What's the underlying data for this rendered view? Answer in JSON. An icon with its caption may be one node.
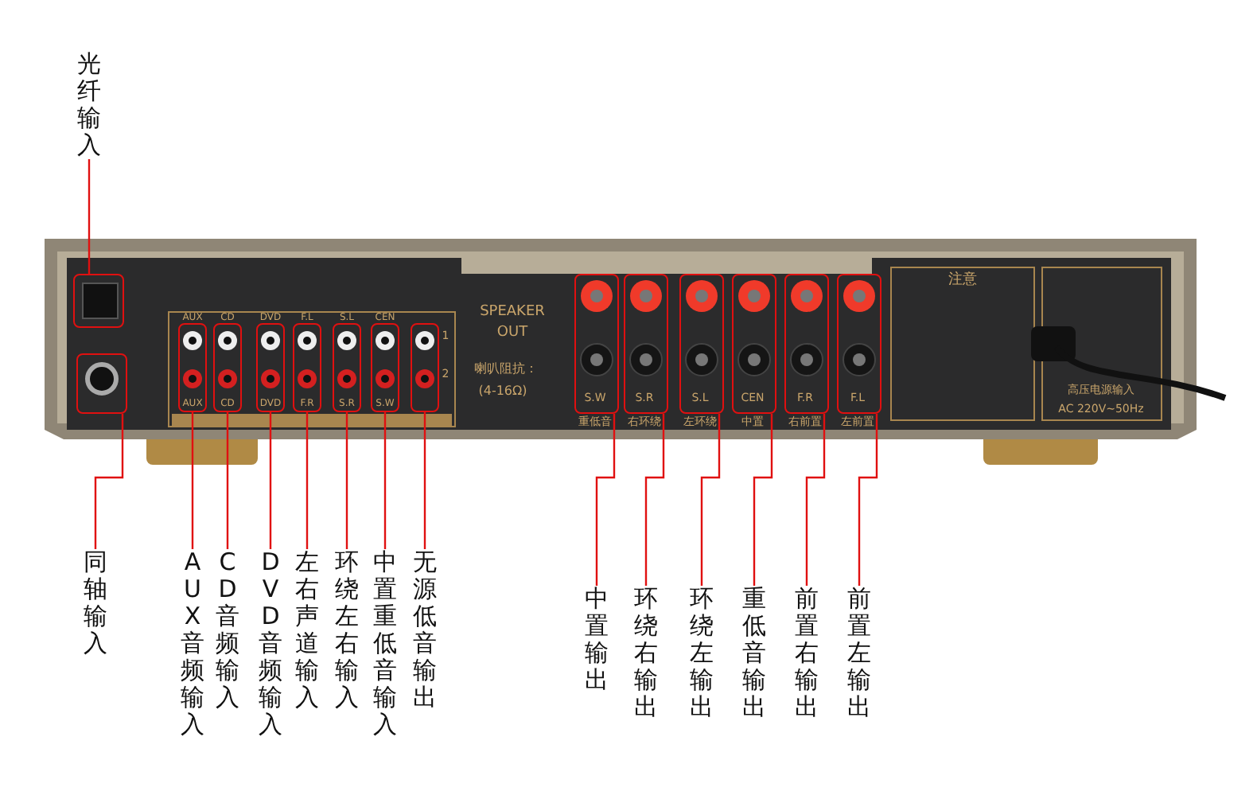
{
  "diagram": {
    "nodes": [
      {
        "text": [
          "光纤输入"
        ]
      },
      {
        "text": [
          "同轴输入"
        ]
      },
      {
        "text": [
          "AUX音频输入"
        ]
      },
      {
        "text": [
          "CD音频输入"
        ]
      },
      {
        "text": [
          "DVD音频输入"
        ]
      },
      {
        "text": [
          "左右声道输入"
        ]
      },
      {
        "text": [
          "环绕左右输入"
        ]
      },
      {
        "text": [
          "中置重低音输入"
        ]
      },
      {
        "text": [
          "无源低音输出"
        ]
      },
      {
        "text": [
          "中置输出"
        ]
      },
      {
        "text": [
          "环绕右输出"
        ]
      },
      {
        "text": [
          "环绕左输出"
        ]
      },
      {
        "text": [
          "重低音输出"
        ]
      },
      {
        "text": [
          "前置右输出"
        ]
      },
      {
        "text": [
          "前置左输出"
        ]
      },
      {
        "text": [],
        "shape": "box"
      },
      {
        "text": [],
        "shape": "box"
      },
      {
        "text": [],
        "shape": "box"
      },
      {
        "text": [],
        "shape": "box"
      },
      {
        "text": [],
        "shape": "box"
      },
      {
        "text": [],
        "shape": "box"
      },
      {
        "text": [],
        "shape": "box"
      },
      {
        "text": [],
        "shape": "box"
      },
      {
        "text": [],
        "shape": "box"
      },
      {
        "text": [],
        "shape": "box"
      },
      {
        "text": [],
        "shape": "box"
      },
      {
        "text": [],
        "shape": "box"
      },
      {
        "text": [],
        "shape": "box"
      },
      {
        "text": [],
        "shape": "box"
      },
      {
        "text": [],
        "shape": "box"
      }
    ],
    "edges": [
      {
        "from": 0,
        "to": 15,
        "arrow": "none"
      },
      {
        "from": 1,
        "to": 16,
        "arrow": "none"
      },
      {
        "from": 2,
        "to": 17,
        "arrow": "none"
      },
      {
        "from": 3,
        "to": 18,
        "arrow": "none"
      },
      {
        "from": 4,
        "to": 19,
        "arrow": "none"
      },
      {
        "from": 5,
        "to": 20,
        "arrow": "none"
      },
      {
        "from": 6,
        "to": 21,
        "arrow": "none"
      },
      {
        "from": 7,
        "to": 22,
        "arrow": "none"
      },
      {
        "from": 8,
        "to": 23,
        "arrow": "none"
      },
      {
        "from": 9,
        "to": 24,
        "arrow": "none"
      },
      {
        "from": 10,
        "to": 25,
        "arrow": "none"
      },
      {
        "from": 11,
        "to": 26,
        "arrow": "none"
      },
      {
        "from": 12,
        "to": 27,
        "arrow": "none"
      },
      {
        "from": 13,
        "to": 28,
        "arrow": "none"
      },
      {
        "from": 14,
        "to": 29,
        "arrow": "none"
      }
    ],
    "labels": [
      "AUX",
      "CD",
      "DVD",
      "F.L",
      "S.L",
      "CEN",
      "1",
      "2",
      "AUX",
      "CD",
      "DVD",
      "F.R",
      "S.R",
      "S.W",
      "SPEAKER OUT",
      "喇叭阻抗：",
      "(4-16Ω)",
      "S.W",
      "S.R",
      "S.L",
      "CEN",
      "F.R",
      "F.L",
      "重低音",
      "右环绕",
      "左环绕",
      "中置",
      "右前置",
      "左前置",
      "注意",
      "高压电源输入",
      "AC 220V~50Hz"
    ]
  }
}
